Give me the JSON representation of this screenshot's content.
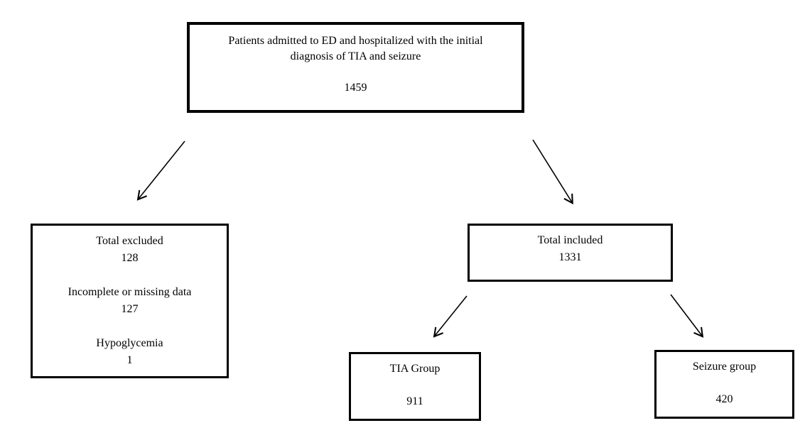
{
  "diagram": {
    "type": "flowchart",
    "colors": {
      "line": "#000000",
      "text": "#000000",
      "background": "#ffffff"
    },
    "boxes": {
      "source": {
        "text": "Patients admitted to ED and hospitalized with the initial diagnosis of TIA and seizure",
        "count": "1459"
      },
      "excluded": {
        "title": "Total excluded",
        "count": "128",
        "reasons": [
          {
            "label": "Incomplete or missing data",
            "count": "127"
          },
          {
            "label": "Hypoglycemia",
            "count": "1"
          }
        ]
      },
      "included": {
        "title": "Total included",
        "count": "1331"
      },
      "tia": {
        "title": "TIA Group",
        "count": "911"
      },
      "seizure": {
        "title": "Seizure group",
        "count": "420"
      }
    },
    "edges": [
      {
        "from": "source",
        "to": "excluded"
      },
      {
        "from": "source",
        "to": "included"
      },
      {
        "from": "included",
        "to": "tia"
      },
      {
        "from": "included",
        "to": "seizure"
      }
    ]
  }
}
